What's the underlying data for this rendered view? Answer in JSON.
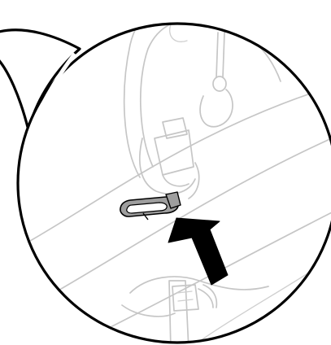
{
  "figure": {
    "kind": "instruction-detail-callout",
    "callout_shape": "circle-with-pointer-tail",
    "colors": {
      "outline": "#000000",
      "sketch_lines": "#c6c6c6",
      "highlight_part_fill": "#9e9e9e",
      "arrow_fill": "#000000",
      "background": "#ffffff"
    },
    "parts": [
      {
        "name": "carrying-handle-frame",
        "style": "faded-sketch"
      },
      {
        "name": "hanging-loop",
        "style": "faded-sketch"
      },
      {
        "name": "clip-connector",
        "style": "faded-sketch"
      },
      {
        "name": "snap-hook",
        "style": "highlighted"
      },
      {
        "name": "diagonal-strap",
        "style": "faded-sketch"
      },
      {
        "name": "buckle",
        "style": "faded-sketch"
      }
    ],
    "arrow": {
      "direction": "up-left",
      "points_to": "snap-hook"
    }
  }
}
